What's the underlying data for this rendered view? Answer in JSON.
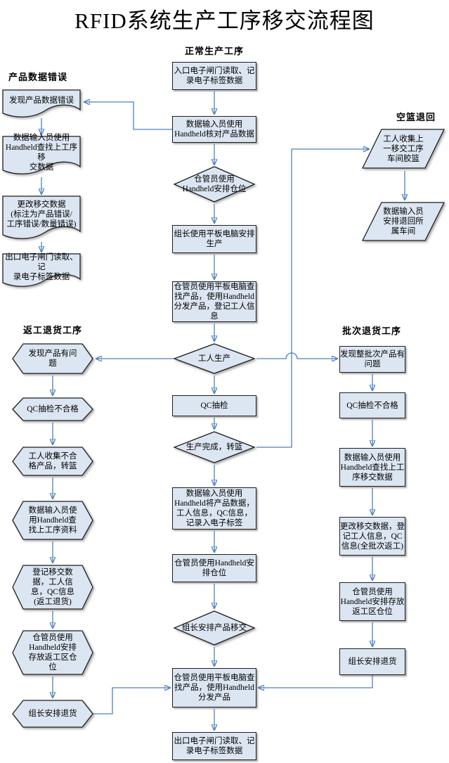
{
  "title": "RFID系统生产工序移交流程图",
  "headings": {
    "normal": "正常生产工序",
    "product_error": "产品数据错误",
    "empty_basket": "空篮退回",
    "rework_return": "返工退货工序",
    "batch_return": "批次退货工序"
  },
  "colors": {
    "shape_fill": "#dce6f2",
    "shape_border": "#1f1f1f",
    "connector_blue": "#4f81bd",
    "text": "#000000",
    "background": "#ffffff"
  },
  "nodes": {
    "entry_gate": {
      "shape": "rect",
      "label": "入口电子闸门读取、记\n录电子标签数据"
    },
    "verify_data": {
      "shape": "rect",
      "label": "数据输入员使用\nHandheld核对产品数据"
    },
    "arrange_storage_1": {
      "shape": "diamond",
      "label": "仓管员使用\nHandheld安排仓位"
    },
    "leader_arrange_production": {
      "shape": "rect",
      "label": "组长使用平板电脑安排\n生产"
    },
    "distribute_products": {
      "shape": "rect",
      "label": "仓管员使用平板电脑查\n找产品，使用Handheld\n分发产品，登记工人信\n息"
    },
    "worker_production": {
      "shape": "diamond",
      "label": "工人生产"
    },
    "qc_sampling": {
      "shape": "rect",
      "label": "QC抽检"
    },
    "production_done": {
      "shape": "diamond",
      "label": "生产完成，转篮"
    },
    "record_tag": {
      "shape": "rect",
      "label": "数据输入员使用\nHandheld将产品数据，\n工人信息，QC信息，\n记录入电子标签"
    },
    "arrange_storage_2": {
      "shape": "rect",
      "label": "仓管员使用Handheld安\n排仓位"
    },
    "arrange_transfer": {
      "shape": "diamond",
      "label": "组长安排产品移交"
    },
    "find_distribute": {
      "shape": "rect",
      "label": "仓管员使用平板电脑查\n找产品，使用Handheld\n分发产品"
    },
    "exit_gate": {
      "shape": "rect",
      "label": "出口电子闸门读取、记\n录电子标签数据"
    },
    "found_data_error": {
      "shape": "document",
      "label": "发现产品数据错误"
    },
    "find_transfer_data": {
      "shape": "document",
      "label": "数据输入员使用\nHandheld查找上工序移\n交数据"
    },
    "change_transfer_data": {
      "shape": "document",
      "label": "更改移交数据\n(标注为产品错误/\n工序错误/数量错误)"
    },
    "exit_gate_doc": {
      "shape": "document",
      "label": "出口电子闸门读取、记\n录电子标签数据"
    },
    "found_problem": {
      "shape": "hexagon",
      "label": "发现产品有问\n题"
    },
    "qc_fail_left": {
      "shape": "hexagon",
      "label": "QC抽检不合格"
    },
    "collect_defective": {
      "shape": "hexagon",
      "label": "工人收集不合\n格产品，转篮"
    },
    "find_process_data": {
      "shape": "hexagon",
      "label": "数据输入员使\n用Handheld查\n找上工序资料"
    },
    "register_transfer": {
      "shape": "hexagon",
      "label": "登记移交数\n据，工人信\n息，QC信息\n(返工退货)"
    },
    "arrange_rework_storage_left": {
      "shape": "hexagon",
      "label": "仓管员使用\nHandheld安排\n存放返工区仓\n位"
    },
    "arrange_return_left": {
      "shape": "hexagon",
      "label": "组长安排退货"
    },
    "found_batch_problem": {
      "shape": "rect",
      "label": "发现整批次产品有\n问题"
    },
    "qc_fail_right": {
      "shape": "rect",
      "label": "QC抽检不合格"
    },
    "find_transfer_right": {
      "shape": "rect",
      "label": "数据输入员使用\nHandheld查找上工\n序移交数据"
    },
    "change_transfer_right": {
      "shape": "rect",
      "label": "更改移交数据，登\n记工人信息，QC\n信息(全批次返工)"
    },
    "arrange_rework_storage_right": {
      "shape": "rect",
      "label": "仓管员使用\nHandheld安排存放\n返工区仓位"
    },
    "arrange_return_right": {
      "shape": "rect",
      "label": "组长安排退货"
    },
    "collect_baskets": {
      "shape": "parallelogram",
      "label": "工人收集上\n一移交工序\n车间胶篮"
    },
    "return_baskets": {
      "shape": "parallelogram",
      "label": "数据输入员\n安排退回所\n属车间"
    }
  }
}
